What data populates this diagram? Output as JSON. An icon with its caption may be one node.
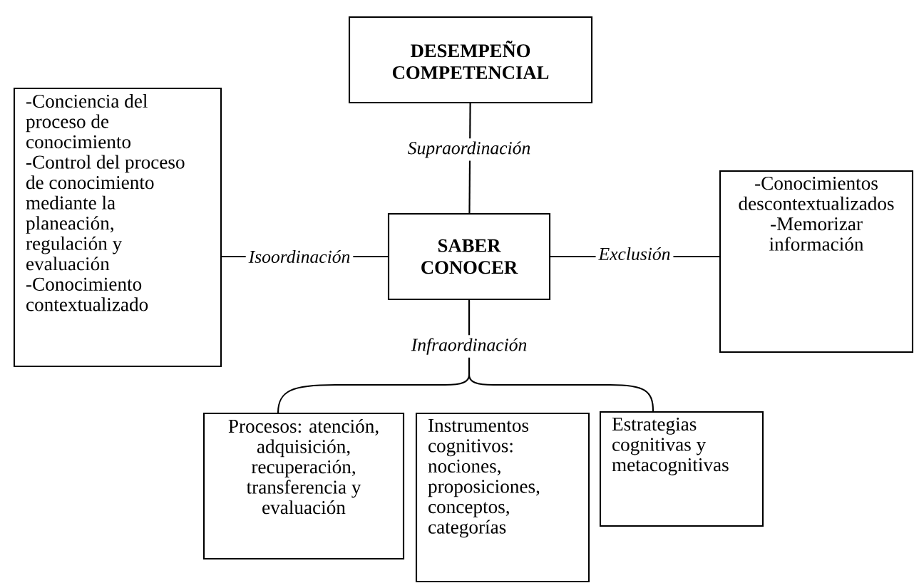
{
  "diagram": {
    "nodes": [
      {
        "text": [
          "DESEMPEÑO COMPETENCIAL"
        ]
      },
      {
        "text": [
          "-Conciencia del proceso de conocimiento",
          "-Control del proceso de conocimiento mediante la planeación, regulación y evaluación",
          "-Conocimiento contextualizado"
        ]
      },
      {
        "text": [
          "SABER CONOCER"
        ]
      },
      {
        "text": [
          "-Conocimientos descontextualizados",
          "-Memorizar información"
        ]
      },
      {
        "text": [
          "Procesos: atención, adquisición, recuperación, transferencia y evaluación"
        ]
      },
      {
        "text": [
          "Instrumentos cognitivos: nociones, proposiciones, conceptos, categorías"
        ]
      },
      {
        "text": [
          "Estrategias cognitivas y metacognitivas"
        ]
      }
    ],
    "edges": [
      {
        "from": 2,
        "to": 0,
        "arrow": "none",
        "label": "Supraordinación"
      },
      {
        "from": 1,
        "to": 2,
        "arrow": "none",
        "label": "Isoordinación"
      },
      {
        "from": 2,
        "to": 3,
        "arrow": "none",
        "label": "Exclusión"
      },
      {
        "from": 2,
        "to": 4,
        "arrow": "none",
        "label": "Infraordinación"
      },
      {
        "from": 2,
        "to": 6,
        "arrow": "none"
      }
    ]
  }
}
